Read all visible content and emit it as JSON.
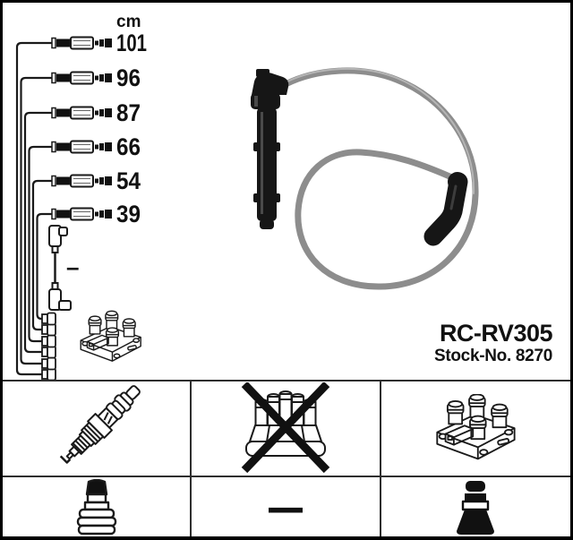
{
  "product": {
    "code": "RC-RV305",
    "stock_label": "Stock-No. 8270"
  },
  "diagram": {
    "unit_label": "cm",
    "cable_lengths": [
      "101",
      "96",
      "87",
      "66",
      "54",
      "39"
    ],
    "extra_lead_length_label": "–"
  },
  "legend": {
    "none_label": "—",
    "row1_icons": [
      "spark-plug-icon",
      "distributor-cap-crossed-out-icon",
      "ignition-coil-pack-icon"
    ],
    "row2_icons": [
      "plug-top-connector-icon",
      "none-dash",
      "spark-plug-boot-icon"
    ]
  },
  "colors": {
    "line": "#1a1a1a",
    "cable_gray": "#8d8d8d",
    "boot_black": "#161616",
    "background": "#ffffff",
    "frame_border": "#000000"
  }
}
